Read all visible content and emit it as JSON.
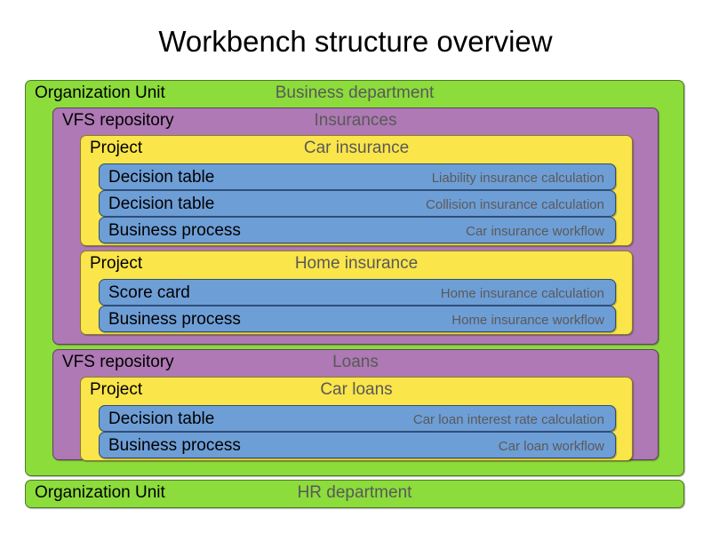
{
  "title": "Workbench structure overview",
  "colors": {
    "org_unit": "#8CDC3C",
    "vfs_repository": "#AE79B4",
    "project": "#FAE54A",
    "asset": "#6E9ED6",
    "title_text": "#000000",
    "value_text": "#595959"
  },
  "labels": {
    "org_unit": "Organization Unit",
    "vfs_repository": "VFS repository",
    "project": "Project",
    "decision_table": "Decision table",
    "business_process": "Business process",
    "score_card": "Score card"
  },
  "org_units": [
    {
      "type": "Organization Unit",
      "name": "Business department",
      "repositories": [
        {
          "type": "VFS repository",
          "name": "Insurances",
          "projects": [
            {
              "type": "Project",
              "name": "Car insurance",
              "assets": [
                {
                  "type": "Decision table",
                  "name": "Liability insurance calculation"
                },
                {
                  "type": "Decision table",
                  "name": "Collision insurance calculation"
                },
                {
                  "type": "Business process",
                  "name": "Car insurance workflow"
                }
              ]
            },
            {
              "type": "Project",
              "name": "Home insurance",
              "assets": [
                {
                  "type": "Score card",
                  "name": "Home insurance calculation"
                },
                {
                  "type": "Business process",
                  "name": "Home insurance workflow"
                }
              ]
            }
          ]
        },
        {
          "type": "VFS repository",
          "name": "Loans",
          "projects": [
            {
              "type": "Project",
              "name": "Car loans",
              "assets": [
                {
                  "type": "Decision table",
                  "name": "Car loan interest rate calculation"
                },
                {
                  "type": "Business process",
                  "name": "Car loan workflow"
                }
              ]
            }
          ]
        }
      ]
    },
    {
      "type": "Organization Unit",
      "name": "HR department",
      "repositories": []
    }
  ]
}
